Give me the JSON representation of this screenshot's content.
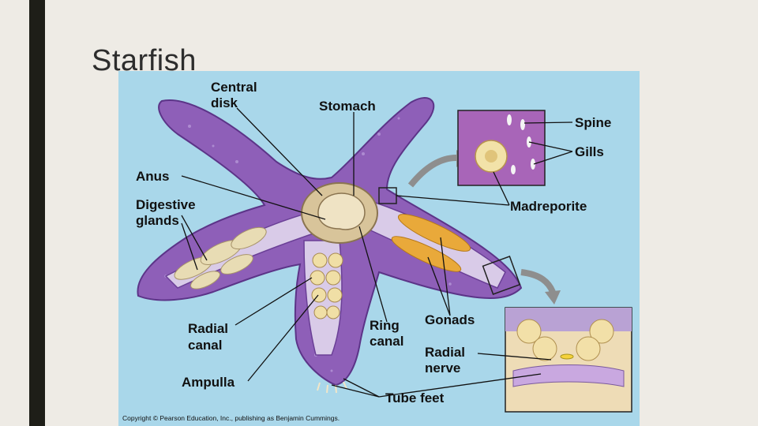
{
  "slide": {
    "title": "Starfish"
  },
  "figure": {
    "labels": {
      "central_disk": [
        "Central",
        "disk"
      ],
      "stomach": "Stomach",
      "anus": "Anus",
      "digestive_glands": [
        "Digestive",
        "glands"
      ],
      "radial_canal": [
        "Radial",
        "canal"
      ],
      "ampulla": "Ampulla",
      "ring_canal": [
        "Ring",
        "canal"
      ],
      "gonads": "Gonads",
      "radial_nerve": [
        "Radial",
        "nerve"
      ],
      "tube_feet": "Tube feet",
      "spine": "Spine",
      "gills": "Gills",
      "madreporite": "Madreporite"
    },
    "copyright": "Copyright © Pearson Education, Inc., publishing as Benjamin Cummings.",
    "colors": {
      "background": "#a9d7ea",
      "body": "#8e5fb8",
      "body_dark": "#6a3f96",
      "gland": "#e8dcb4",
      "gonad": "#e9a93a",
      "slide_bar": "#1e1e18"
    }
  }
}
